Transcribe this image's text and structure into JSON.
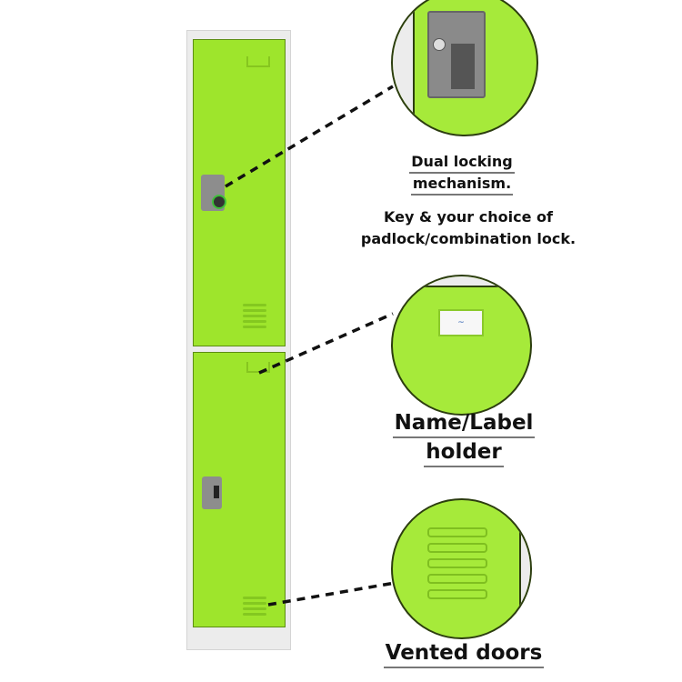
{
  "captions": {
    "locking_line1": "Dual locking",
    "locking_line2": "mechanism.",
    "choice_line1": "Key & your choice of",
    "choice_line2": "padlock/combination lock.",
    "label_line1": "Name/Label",
    "label_line2": "holder",
    "vented": "Vented doors"
  },
  "colors": {
    "door_green": "#9ee52c",
    "frame": "#ececec"
  }
}
